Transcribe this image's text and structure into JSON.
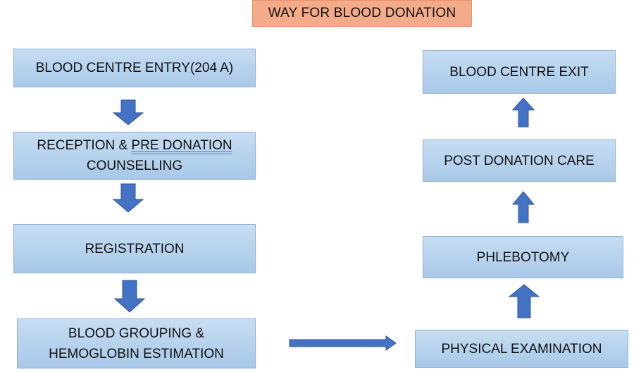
{
  "title": "WAY FOR BLOOD DONATION",
  "steps": {
    "entry": "BLOOD CENTRE ENTRY(204 A)",
    "reception_prefix": "RECEPTION & ",
    "reception_underlined": "PRE DONATION",
    "reception_line2": "COUNSELLING",
    "registration": "REGISTRATION",
    "grouping_line1": "BLOOD GROUPING &",
    "grouping_line2": "HEMOGLOBIN ESTIMATION",
    "physical": "PHYSICAL EXAMINATION",
    "phlebotomy": "PHLEBOTOMY",
    "post_care": "POST DONATION CARE",
    "exit": "BLOOD CENTRE EXIT"
  },
  "colors": {
    "title_fill": "#f4ab8a",
    "box_fill": "#b4d0ec",
    "arrow_fill": "#4472c4"
  },
  "icons": [
    "arrow-down-icon",
    "arrow-right-icon",
    "arrow-up-icon"
  ]
}
